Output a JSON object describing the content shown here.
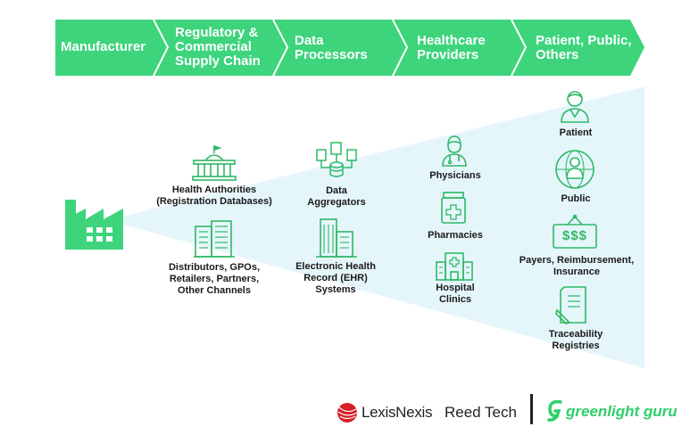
{
  "colors": {
    "green": "#3dd47c",
    "green_dark": "#2fb866",
    "funnel": "#e5f6fb",
    "text": "#1a1a1a"
  },
  "stages": [
    {
      "label": "Manufacturer"
    },
    {
      "label": "Regulatory & Commercial Supply Chain"
    },
    {
      "label": "Data Processors"
    },
    {
      "label": "Healthcare Providers"
    },
    {
      "label": "Patient, Public, Others"
    }
  ],
  "nodes": {
    "health_authorities": {
      "label": "Health Authorities (Registration Databases)",
      "icon": "government-building-icon"
    },
    "distributors": {
      "label": "Distributors, GPOs, Retailers, Partners, Other Channels",
      "icon": "office-buildings-icon"
    },
    "data_aggregators": {
      "label": "Data Aggregators",
      "icon": "data-aggregation-icon"
    },
    "ehr": {
      "label": "Electronic Health Record (EHR) Systems",
      "icon": "skyscraper-icon"
    },
    "physicians": {
      "label": "Physicians",
      "icon": "physician-icon"
    },
    "pharmacies": {
      "label": "Pharmacies",
      "icon": "pharmacy-icon"
    },
    "hospital": {
      "label": "Hospital Clinics",
      "icon": "hospital-icon"
    },
    "patient": {
      "label": "Patient",
      "icon": "patient-icon"
    },
    "public": {
      "label": "Public",
      "icon": "globe-person-icon"
    },
    "payers": {
      "label": "Payers, Reimbursement, Insurance",
      "icon": "money-sign-icon",
      "sign_text": "$$$"
    },
    "traceability": {
      "label": "Traceability Registries",
      "icon": "document-pen-icon"
    }
  },
  "manufacturer_icon": "factory-icon",
  "logos": {
    "lexisnexis": "LexisNexis",
    "reedtech": "Reed Tech",
    "greenlight": "greenlight guru"
  }
}
